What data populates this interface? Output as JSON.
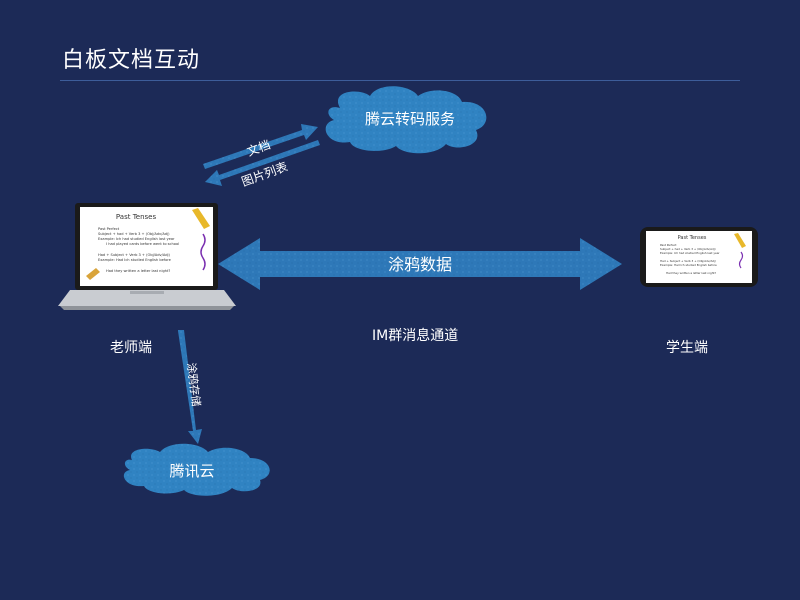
{
  "slide": {
    "title": "白板文档互动"
  },
  "nodes": {
    "transcode_service": "腾云转码服务",
    "tencent_cloud": "腾讯云",
    "teacher": "老师端",
    "student": "学生端"
  },
  "arrows": {
    "doc_upload": "文档",
    "image_list": "图片列表",
    "doodle_data": "涂鸦数据",
    "im_channel": "IM群消息通道",
    "doodle_store": "涂鸦存储"
  },
  "screens": {
    "heading": "Past Tenses",
    "lines": [
      "Past Perfect",
      "Subject + had + Verb 3 + (Obj/Adv/Adj)",
      "Example: Ich had studied English last year",
      "I had played cards before went to school",
      "Had + Subject + Verb 3 + (Obj/Adv/Adj)",
      "Example: Had Ich studied English before",
      "Had they written a letter last night?"
    ]
  },
  "colors": {
    "background": "#1c2a57",
    "arrow": "#2e78b8",
    "cloud": "#2f7fbf"
  }
}
